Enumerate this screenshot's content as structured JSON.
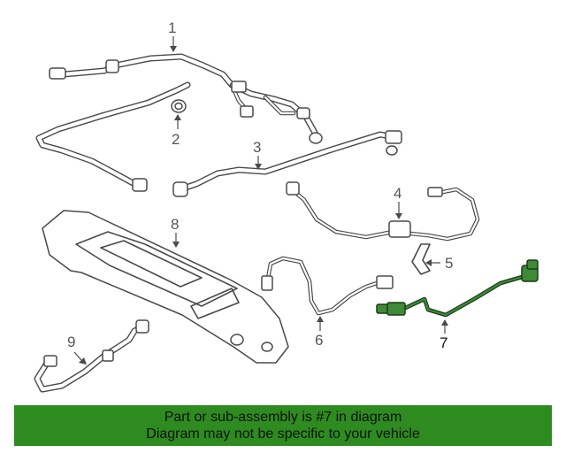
{
  "callouts": [
    "1",
    "2",
    "3",
    "4",
    "5",
    "6",
    "7",
    "8",
    "9"
  ],
  "highlighted_callout": "7",
  "colors": {
    "banner_background": "#2e8b1f",
    "highlight_part": "#3e8a36",
    "line_art": "#4a4a4a"
  },
  "banner": {
    "line1": "Part or sub-assembly is #7 in diagram",
    "line2": "Diagram may not be specific to your vehicle"
  }
}
